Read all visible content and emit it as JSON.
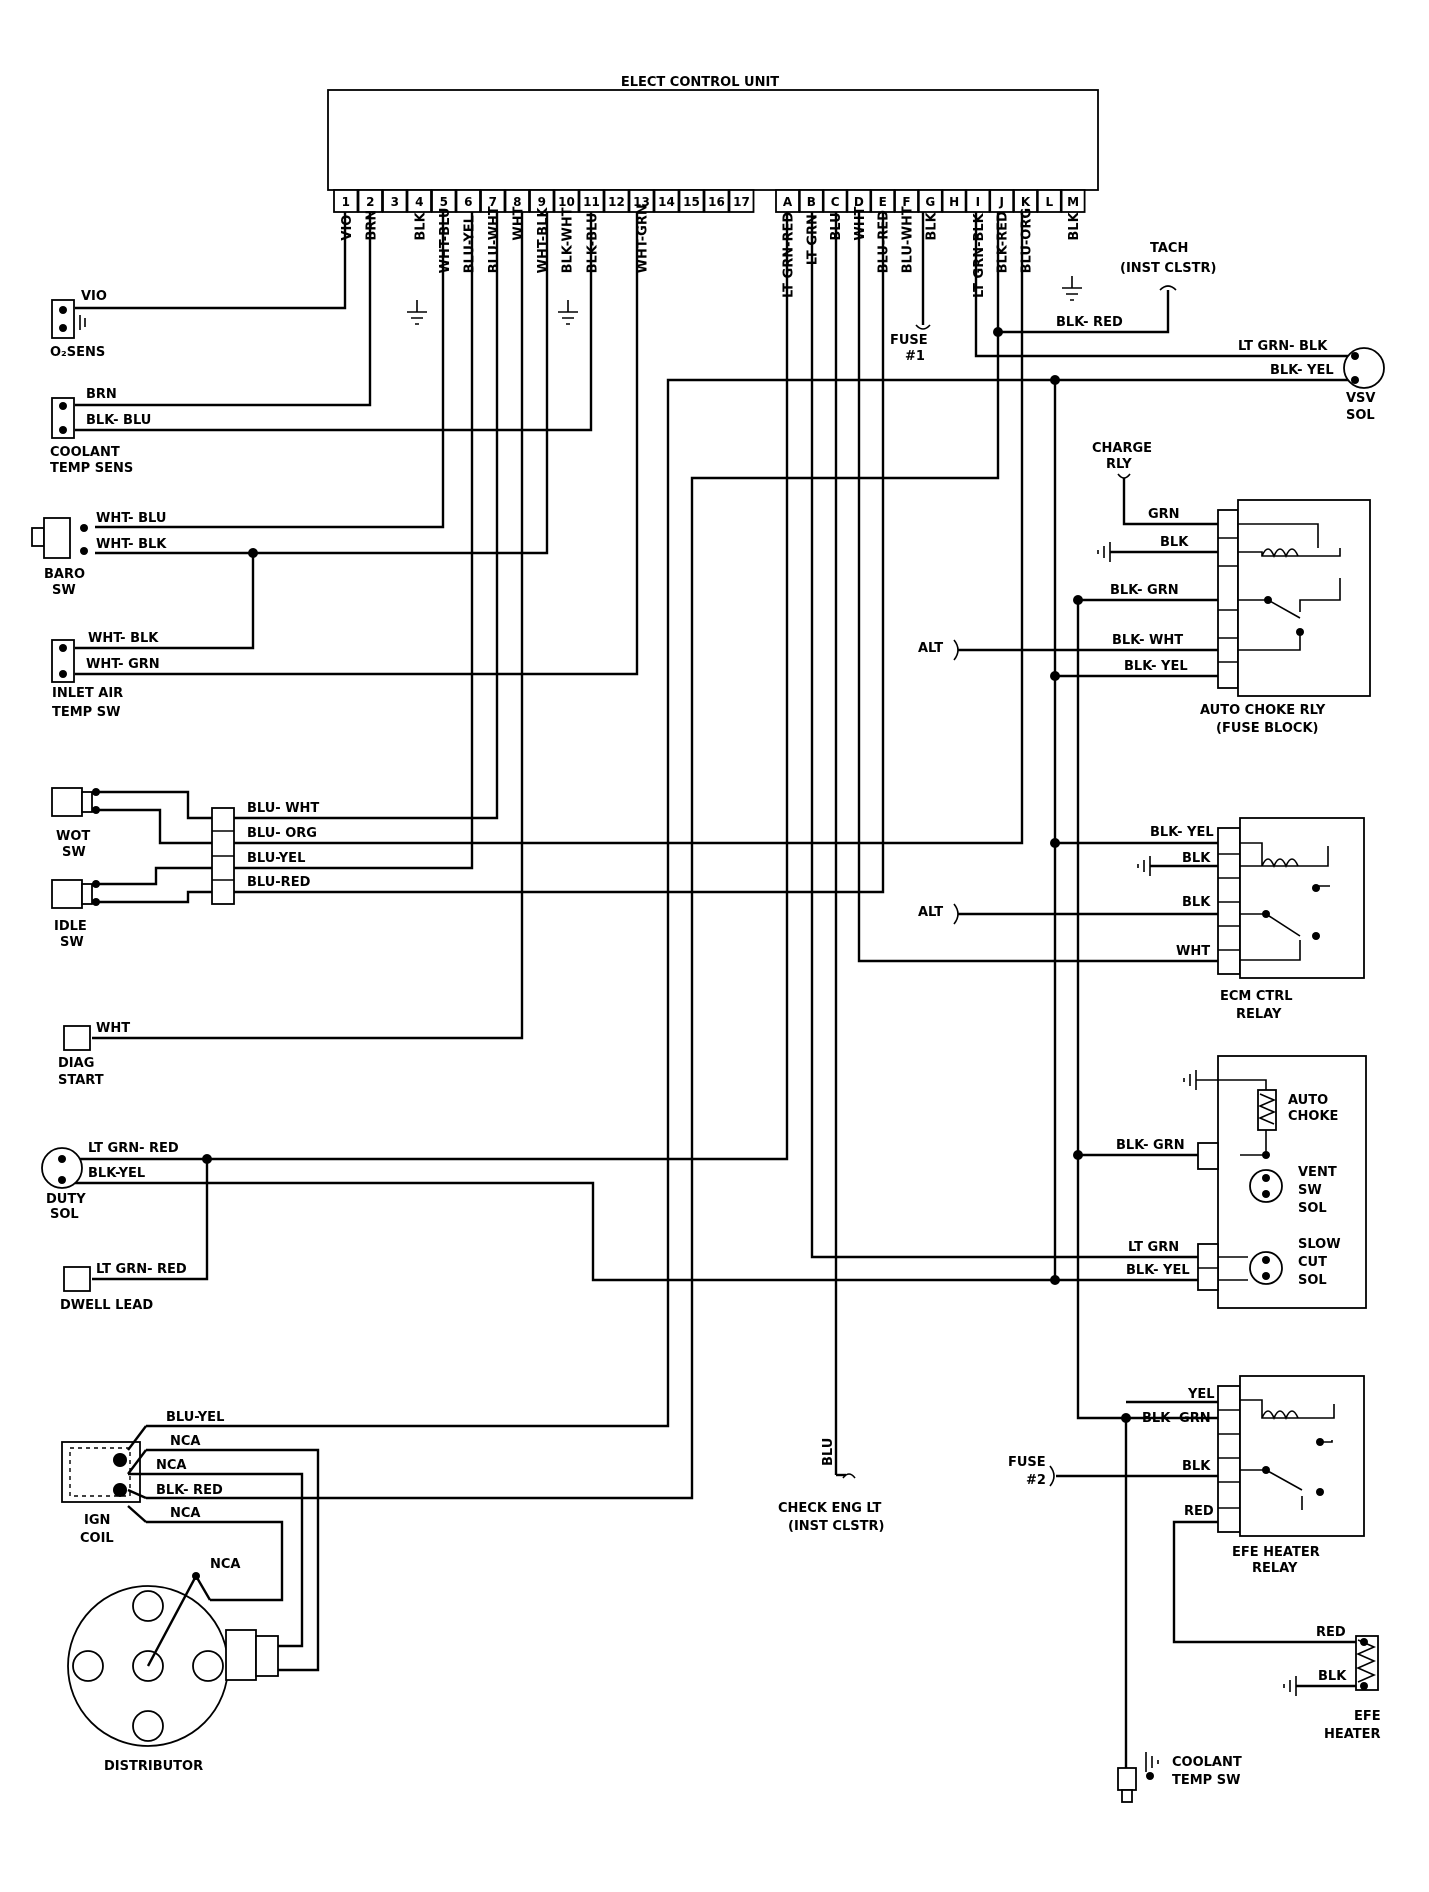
{
  "ecu": {
    "title": "ELECT CONTROL UNIT",
    "pins_numeric": [
      "1",
      "2",
      "3",
      "4",
      "5",
      "6",
      "7",
      "8",
      "9",
      "10",
      "11",
      "12",
      "13",
      "14",
      "15",
      "16",
      "17"
    ],
    "pins_alpha": [
      "A",
      "B",
      "C",
      "D",
      "E",
      "F",
      "G",
      "H",
      "I",
      "J",
      "K",
      "L",
      "M"
    ],
    "wires_numeric": [
      "VIO",
      "BRN",
      "",
      "BLK",
      "WHT-BLU",
      "BLU-YEL",
      "BLU-WHT",
      "WHT",
      "WHT-BLK",
      "BLK-WHT",
      "BLK-BLU",
      "",
      "WHT-GRN",
      "",
      "",
      "",
      ""
    ],
    "wires_alpha": [
      "LT GRN-RED",
      "LT GRN",
      "BLU",
      "WHT",
      "BLU-RED",
      "BLU-WHT",
      "BLK",
      "",
      "LT GRN-BLK",
      "BLK-RED",
      "BLU-ORG",
      "",
      "BLK"
    ]
  },
  "components": {
    "o2_sens": "O₂SENS",
    "coolant_temp_sens": [
      "COOLANT",
      "TEMP SENS"
    ],
    "baro_sw": [
      "BARO",
      "SW"
    ],
    "inlet_air_temp_sw": [
      "INLET AIR",
      "TEMP SW"
    ],
    "wot_sw": [
      "WOT",
      "SW"
    ],
    "idle_sw": [
      "IDLE",
      "SW"
    ],
    "diag_start": [
      "DIAG",
      "START"
    ],
    "duty_sol": [
      "DUTY",
      "SOL"
    ],
    "dwell_lead": "DWELL LEAD",
    "ign_coil": [
      "IGN",
      "COIL"
    ],
    "distributor": "DISTRIBUTOR",
    "check_eng_lt": [
      "CHECK ENG LT",
      "(INST CLSTR)"
    ],
    "tach": [
      "TACH",
      "(INST CLSTR)"
    ],
    "fuse1": [
      "FUSE",
      "#1"
    ],
    "vsv_sol": [
      "VSV",
      "SOL"
    ],
    "charge_rly": [
      "CHARGE",
      "RLY"
    ],
    "auto_choke_rly": [
      "AUTO CHOKE RLY",
      "(FUSE BLOCK)"
    ],
    "alt": "ALT",
    "ecm_ctrl_relay": [
      "ECM CTRL",
      "RELAY"
    ],
    "auto_choke": [
      "AUTO",
      "CHOKE"
    ],
    "vent_sw_sol": [
      "VENT",
      "SW",
      "SOL"
    ],
    "slow_cut_sol": [
      "SLOW",
      "CUT",
      "SOL"
    ],
    "fuse2": [
      "FUSE",
      "#2"
    ],
    "efe_heater_relay": [
      "EFE HEATER",
      "RELAY"
    ],
    "efe_heater": [
      "EFE",
      "HEATER"
    ],
    "coolant_temp_sw": [
      "COOLANT",
      "TEMP SW"
    ]
  },
  "wire_labels": {
    "o2": "VIO",
    "cts_brn": "BRN",
    "cts_blkblu": "BLK- BLU",
    "baro_whtblu": "WHT- BLU",
    "baro_whtblk": "WHT- BLK",
    "iat_whtblk": "WHT- BLK",
    "iat_whtgrn": "WHT- GRN",
    "sw_bluwht": "BLU- WHT",
    "sw_bluorg": "BLU- ORG",
    "sw_bluyel": "BLU-YEL",
    "sw_blured": "BLU-RED",
    "diag_wht": "WHT",
    "duty_ltgrnred": "LT GRN- RED",
    "duty_blkyel": "BLK-YEL",
    "dwell_ltgrnred": "LT GRN- RED",
    "coil_bluyel": "BLU-YEL",
    "coil_nca1": "NCA",
    "coil_nca2": "NCA",
    "coil_blkred": "BLK- RED",
    "coil_nca3": "NCA",
    "coil_nca4": "NCA",
    "tach_blkred": "BLK- RED",
    "vsv_ltgrnblk": "LT GRN- BLK",
    "vsv_blkyel": "BLK- YEL",
    "acr_grn": "GRN",
    "acr_blk": "BLK",
    "acr_blkgrn": "BLK- GRN",
    "acr_blkwht": "BLK- WHT",
    "acr_blkyel": "BLK- YEL",
    "ecm_blkyel": "BLK- YEL",
    "ecm_blk1": "BLK",
    "ecm_blk2": "BLK",
    "ecm_wht": "WHT",
    "ac_blkgrn": "BLK- GRN",
    "sc_ltgrn": "LT GRN",
    "sc_blkyel": "BLK- YEL",
    "efe_yel": "YEL",
    "efe_blkgrn": "BLK- GRN",
    "efe_blk": "BLK",
    "efe_red": "RED",
    "heater_red": "RED",
    "heater_blk": "BLK",
    "check_blu": "BLU"
  }
}
